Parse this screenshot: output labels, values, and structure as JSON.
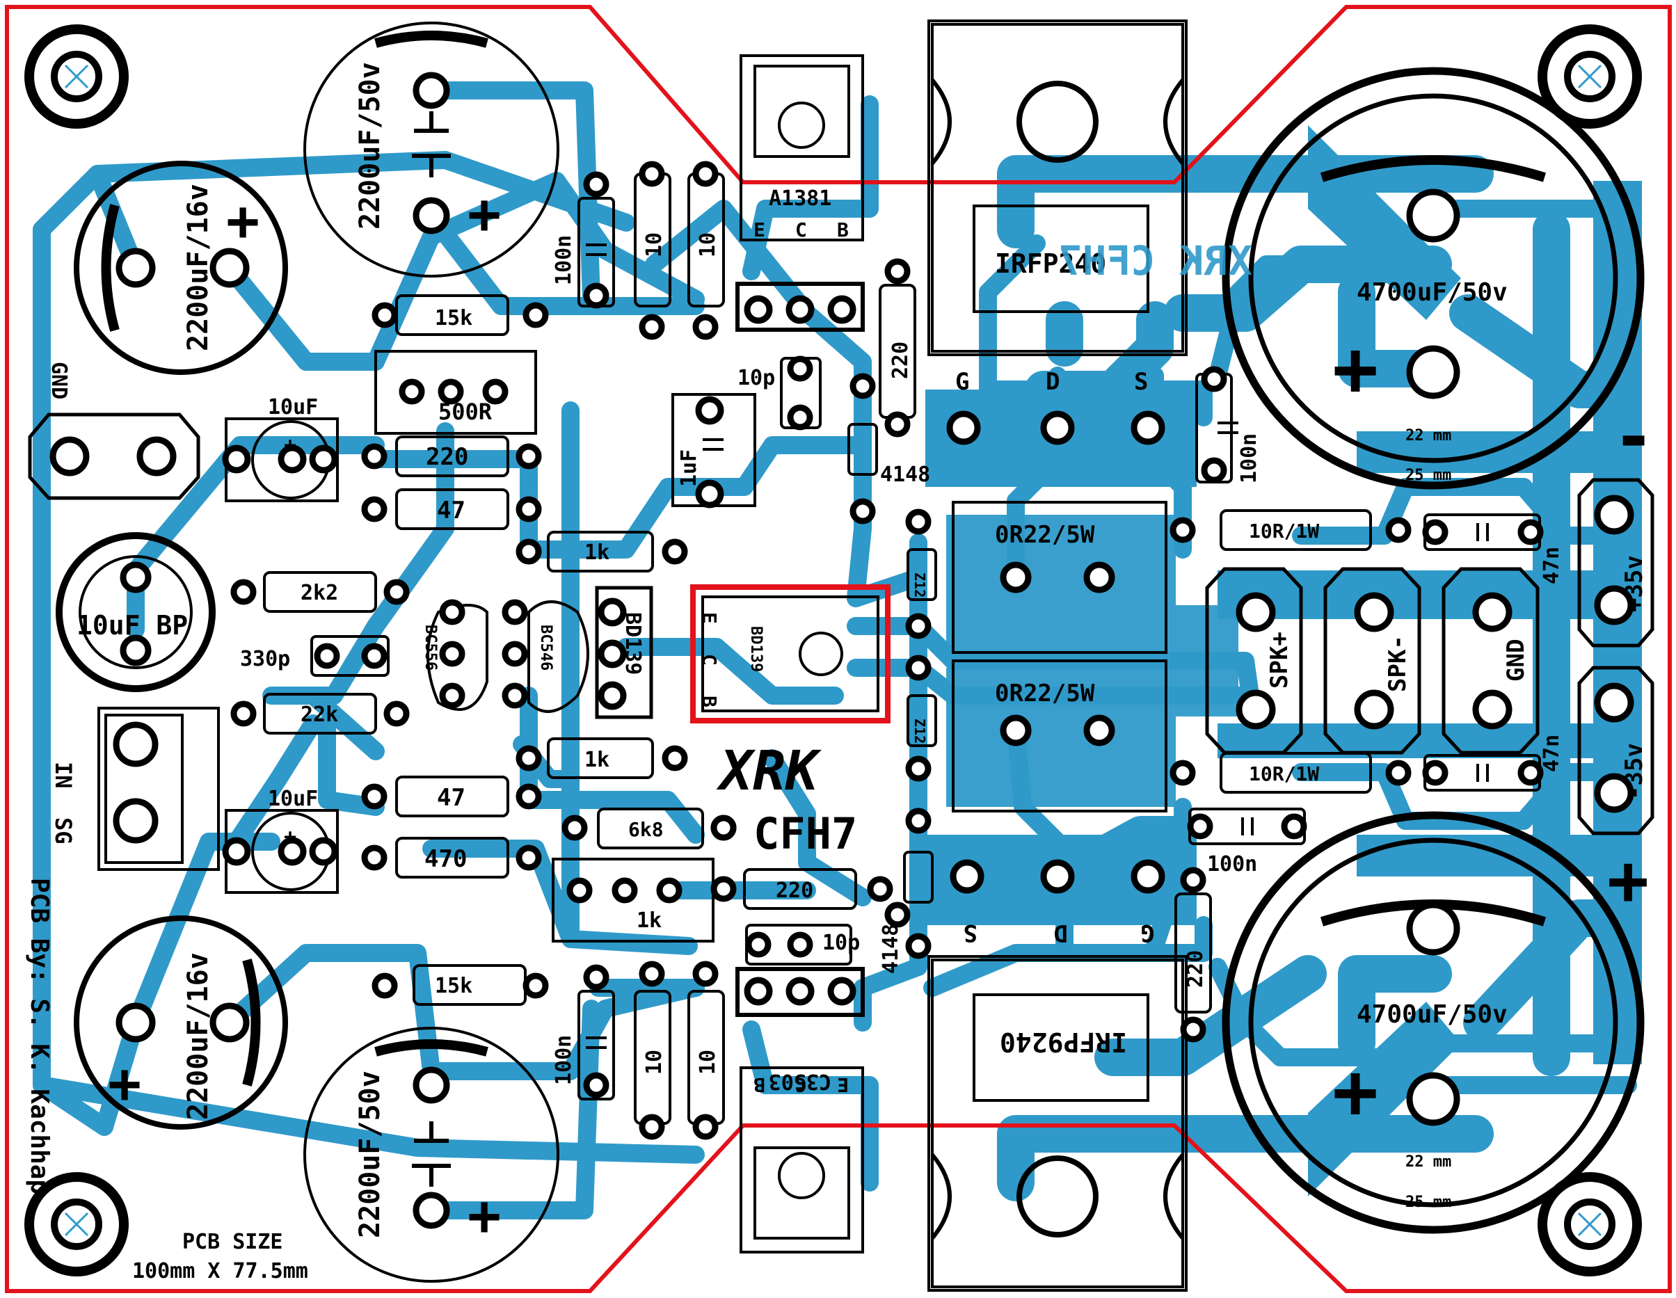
{
  "colors": {
    "copper": "#2f9ac9",
    "silk": "#000000",
    "outline": "#e3121b",
    "paper": "#ffffff"
  },
  "caps": {
    "c2200_50_top": "2200uF/50v",
    "c2200_50_bot": "2200uF/50v",
    "c2200_16_top": "2200uF/16v",
    "c2200_16_bot": "2200uF/16v",
    "c4700_top": "4700uF/50v",
    "c4700_bot": "4700uF/50v",
    "c10u_1": "10uF",
    "c10u_2": "10uF",
    "c10u_bp": "10uF BP",
    "c1u": "1uF",
    "c330p": "330p",
    "c10p_top": "10p",
    "c10p_bot": "10p",
    "c100n_1": "100n",
    "c100n_2": "100n",
    "c100n_3": "100n",
    "c100n_4": "100n",
    "c47n_top": "47n",
    "c47n_bot": "47n"
  },
  "resistors": {
    "r15k_top": "15k",
    "r15k_bot": "15k",
    "r220_a": "220",
    "r220_b": "220",
    "r220_c": "220",
    "r220_d": "220",
    "r47_a": "47",
    "r47_b": "47",
    "r1k_a": "1k",
    "r1k_b": "1k",
    "r2k2": "2k2",
    "r22k": "22k",
    "r470": "470",
    "r6k8": "6k8",
    "r10_a": "10",
    "r10_b": "10",
    "r10_c": "10",
    "r10_d": "10",
    "r10r1w_top": "10R/1W",
    "r10r1w_bot": "10R/1W",
    "r0r22_top": "0R22/5W",
    "r0r22_bot": "0R22/5W"
  },
  "pots": {
    "p500r": "500R",
    "p1k": "1k"
  },
  "semis": {
    "q_a1381": "A1381",
    "q_c3503": "C3503",
    "q_irfp240": "IRFP240",
    "q_irfp9240": "IRFP9240",
    "q_bd139": "BD139",
    "q_bc556": "BC556",
    "q_bc546": "BC546",
    "d_4148_top": "4148",
    "d_4148_bot": "4148",
    "z_12_top": "Z12",
    "z_12_bot": "Z12",
    "pin_e": "E",
    "pin_c": "C",
    "pin_b": "B",
    "pin_g": "G",
    "pin_d": "D",
    "pin_s": "S"
  },
  "connectors": {
    "gnd_left": "GND",
    "in_label": "IN",
    "sg_label": "SG",
    "spk_plus": "SPK+",
    "spk_minus": "SPK-",
    "gnd_right": "GND",
    "v_pos": "+35v",
    "v_neg": "-35v"
  },
  "marks": {
    "plus": "+",
    "minus": "-",
    "mm22": "22 mm",
    "mm25": "25 mm"
  },
  "branding": {
    "logo": "XRK",
    "logo_mirror": "XRK CFH7",
    "model": "CFH7",
    "credit": "PCB By: S. K. Kachhap"
  },
  "board": {
    "size_title": "PCB SIZE",
    "size_value": "100mm X 77.5mm"
  }
}
